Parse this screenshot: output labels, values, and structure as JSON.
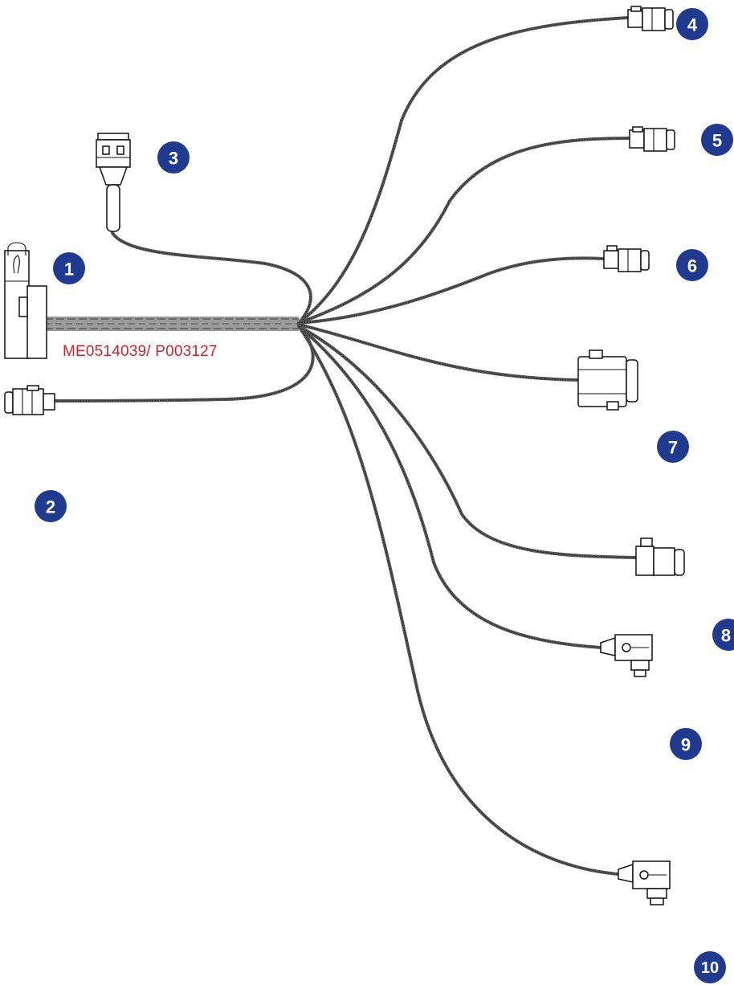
{
  "part_number": "ME0514039/ P003127",
  "accent_color": "#1f3a8f",
  "part_number_color": "#d0232e",
  "callouts": [
    {
      "label": "1"
    },
    {
      "label": "2"
    },
    {
      "label": "3"
    },
    {
      "label": "4"
    },
    {
      "label": "5"
    },
    {
      "label": "6"
    },
    {
      "label": "7"
    },
    {
      "label": "8"
    },
    {
      "label": "9"
    },
    {
      "label": "10"
    }
  ]
}
